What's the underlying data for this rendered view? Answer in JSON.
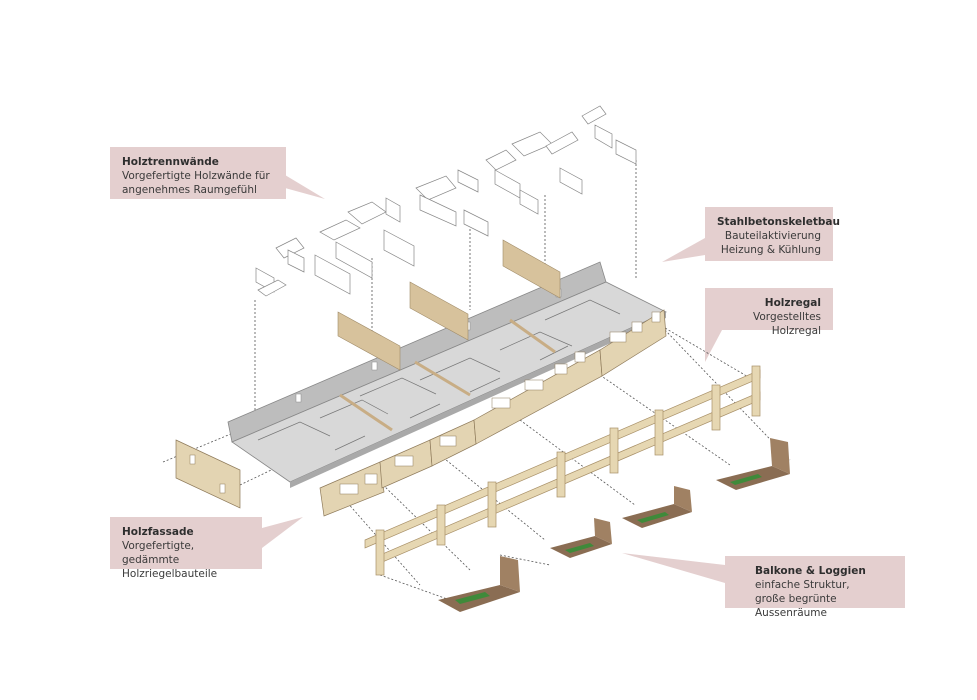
{
  "labels": {
    "holztrennwaende": {
      "title": "Holztrennwände",
      "line1": "Vorgefertigte Holzwände für",
      "line2": "angenehmes Raumgefühl"
    },
    "stahlbeton": {
      "title": "Stahlbetonskeletbau",
      "line1": "Bauteilaktivierung",
      "line2": "Heizung & Kühlung"
    },
    "holzregal": {
      "title": "Holzregal",
      "line1": "Vorgestelltes Holzregal"
    },
    "holzfassade": {
      "title": "Holzfassade",
      "line1": "Vorgefertigte, gedämmte",
      "line2": "Holzriegelbauteile"
    },
    "balkone": {
      "title": "Balkone & Loggien",
      "line1": "einfache Struktur,",
      "line2": "große begrünte Aussenräume"
    }
  },
  "colors": {
    "label_bg": "#e4cfcf",
    "slab": "#d9d9d9",
    "wall_grey": "#b8b8b8",
    "wood": "#e2d3b0",
    "wood_dark": "#c4ad84",
    "balcony_floor": "#8a6d53",
    "green": "#3f8a3a"
  }
}
